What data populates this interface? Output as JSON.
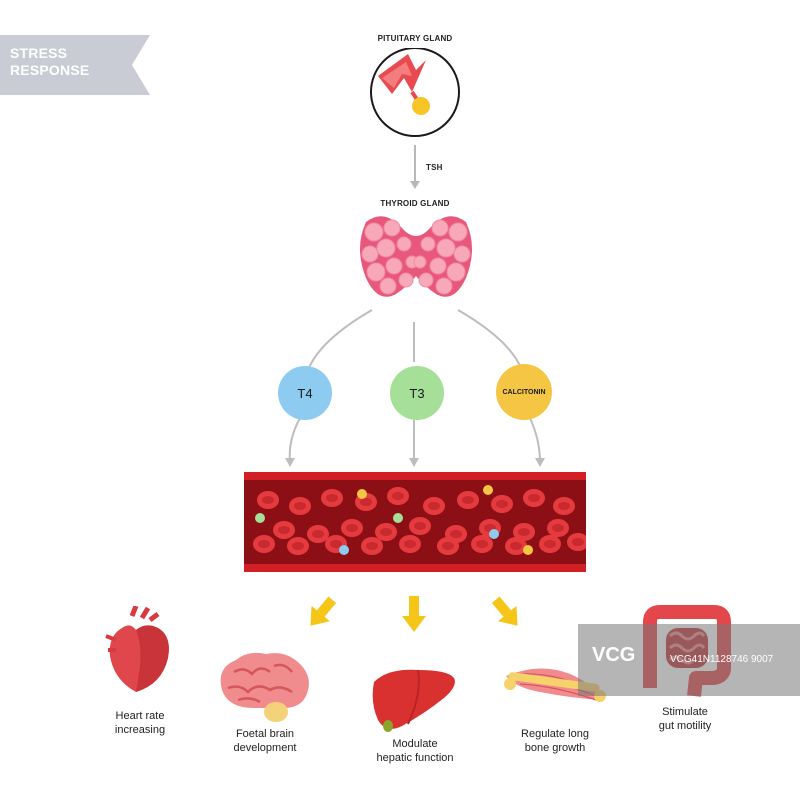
{
  "banner": {
    "title": "STRESS\nRESPONSE",
    "color": "#c9ccd4"
  },
  "pituitary": {
    "label": "PITUITARY GLAND"
  },
  "arrow_label": "TSH",
  "thyroid": {
    "label": "THYROID GLAND"
  },
  "hormones": [
    {
      "name": "T4",
      "color": "#8ecbf0"
    },
    {
      "name": "T3",
      "color": "#a6df98"
    },
    {
      "name": "CALCITONIN",
      "color": "#f5c643"
    }
  ],
  "effects": [
    {
      "caption": "Heart rate\nincreasing",
      "icon": "heart-icon"
    },
    {
      "caption": "Foetal brain\ndevelopment",
      "icon": "brain-icon"
    },
    {
      "caption": "Modulate\nhepatic function",
      "icon": "liver-icon"
    },
    {
      "caption": "Regulate long\nbone growth",
      "icon": "bone-muscle-icon"
    },
    {
      "caption": "Stimulate\ngut motility",
      "icon": "intestine-icon"
    }
  ],
  "watermark": {
    "text": "VCG",
    "sub": "VCG41N1128746 9007"
  },
  "colors": {
    "blood_dark": "#8d0f16",
    "blood_cell": "#e53b3f",
    "arrow_yellow": "#f5c518"
  }
}
